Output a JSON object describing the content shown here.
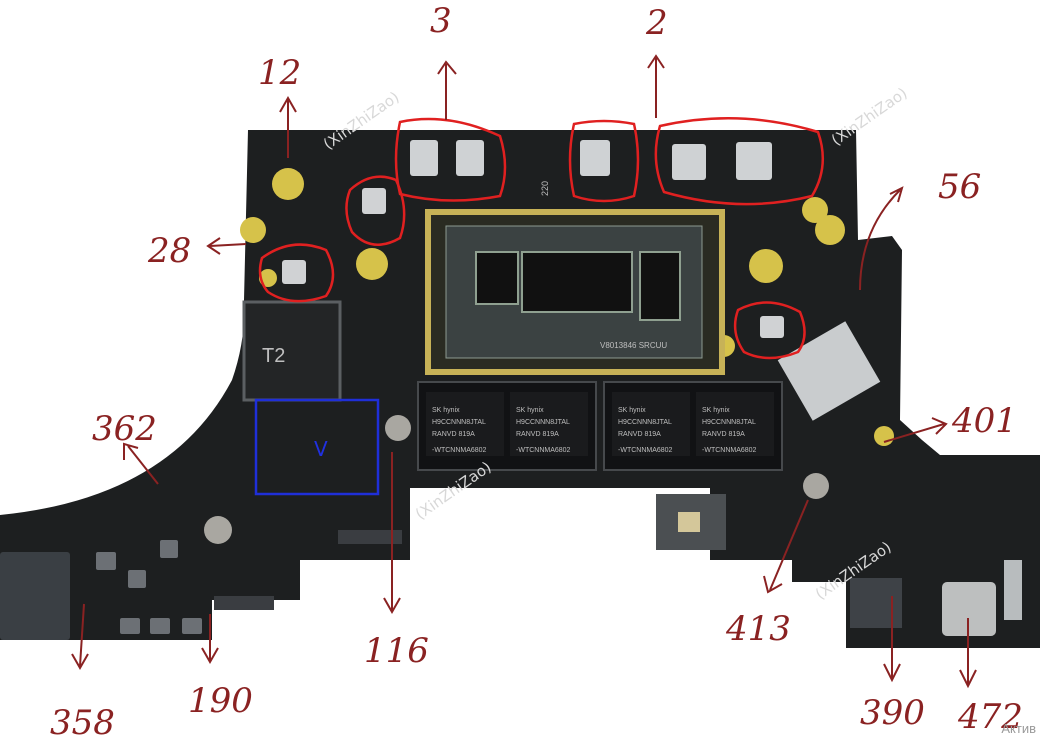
{
  "photo": {
    "subject": "logic board",
    "colors": {
      "board": "#1d1f20",
      "pad": "#d6c24a",
      "annotation_red": "#e02020",
      "annotation_blue": "#1f2fd8",
      "handwriting": "#8a2222"
    }
  },
  "annotations": {
    "labels": [
      "3",
      "2",
      "12",
      "56",
      "28",
      "362",
      "401",
      "116",
      "413",
      "358",
      "190",
      "390",
      "472"
    ],
    "blue_mark": "V"
  },
  "chip_text": {
    "t2": "T2",
    "cpu_code": "V8013846 SRCUU",
    "ram_brand": "SK hynix",
    "ram_part": "H9CCNNN8JTAL",
    "ram_lot": "RANVD 819A",
    "ram_suffix": "-WTCNNMA6802",
    "top_component": "220"
  },
  "watermark": {
    "text": "(XinZhiZao)"
  },
  "status": {
    "text": "Актив"
  }
}
